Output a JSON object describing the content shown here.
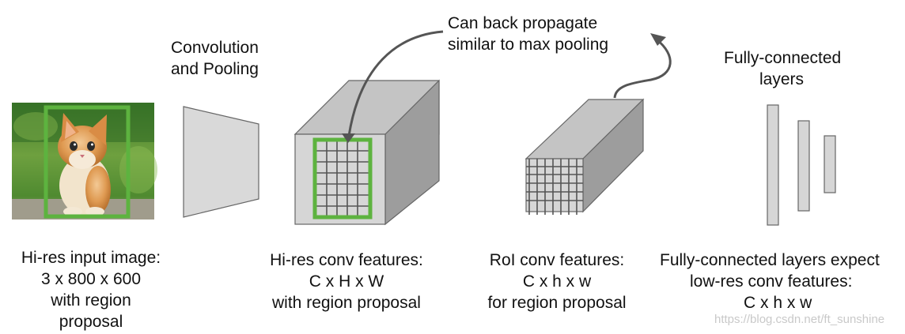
{
  "labels": {
    "conv_pool": [
      "Convolution",
      "and Pooling"
    ],
    "backprop": [
      "Can back propagate",
      "similar to max pooling"
    ],
    "fc_title": [
      "Fully-connected",
      "layers"
    ],
    "input_caption": [
      "Hi-res input image:",
      "3 x 800 x 600",
      "with region",
      "proposal"
    ],
    "conv_caption": [
      "Hi-res conv features:",
      "C x H x W",
      "with region proposal"
    ],
    "roi_caption": [
      "RoI conv features:",
      "C x h x w",
      "for region proposal"
    ],
    "fc_caption": [
      "Fully-connected layers expect",
      "low-res conv features:",
      "C x h x w"
    ]
  },
  "watermark": "https://blog.csdn.net/ft_sunshine",
  "colors": {
    "proposal_green": "#5db33f",
    "box_front": "#d6d6d6",
    "box_top": "#c4c4c4",
    "box_side": "#9d9d9d",
    "arrow": "#555555",
    "grid_line": "#555555"
  },
  "icons": {
    "input_image": "kitten-photo"
  }
}
